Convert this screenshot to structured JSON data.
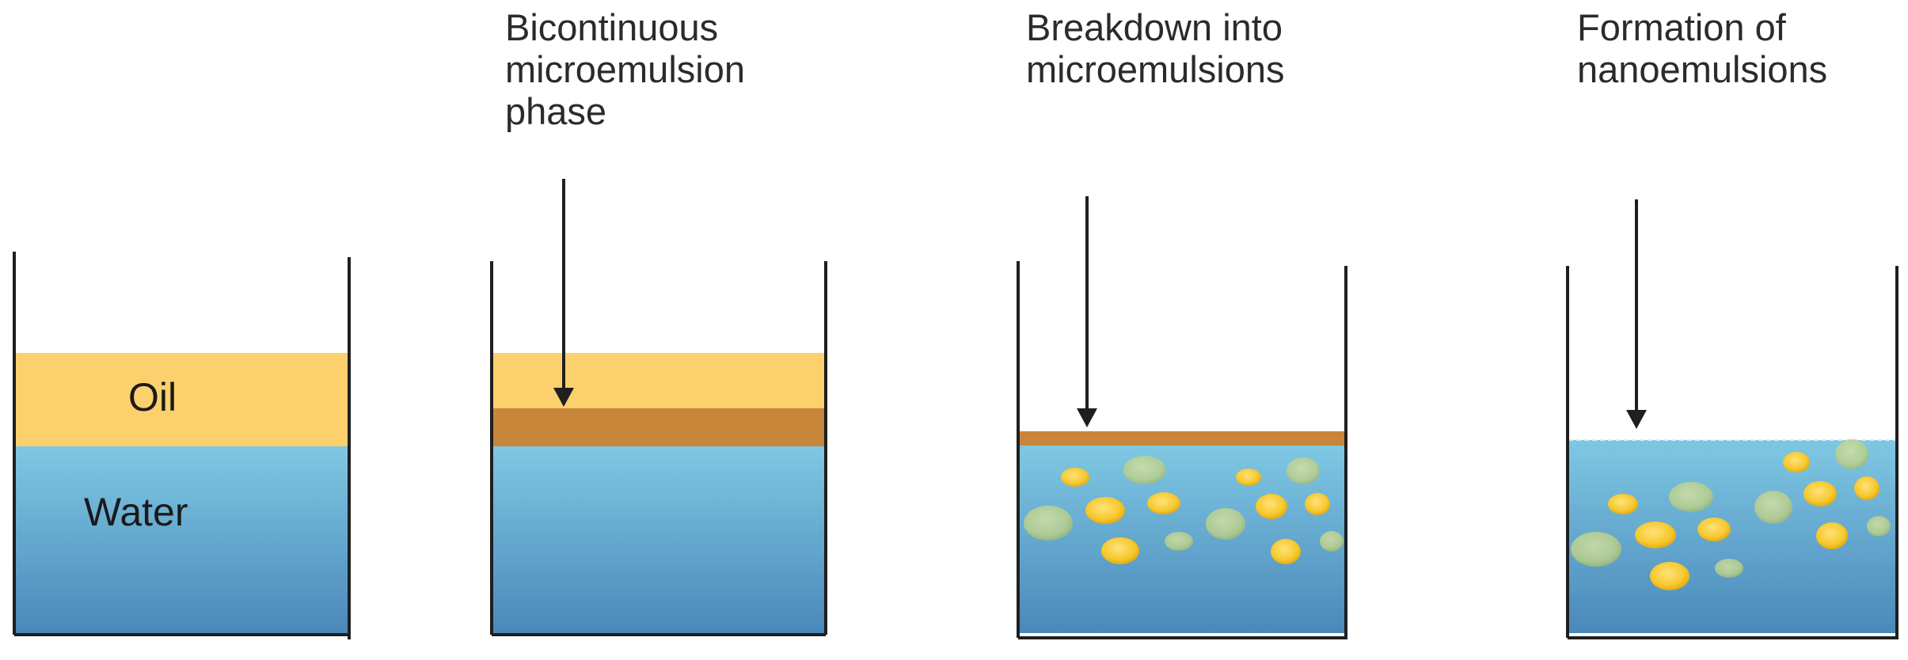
{
  "stages": [
    {
      "id": "initial",
      "title": "",
      "layers": {
        "oil": "Oil",
        "water": "Water"
      }
    },
    {
      "id": "bicontinuous",
      "title": "Bicontinuous\nmicroemulsion\nphase"
    },
    {
      "id": "microemulsions",
      "title": "Breakdown into\nmicroemulsions"
    },
    {
      "id": "nanoemulsions",
      "title": "Formation of\nnanoemulsions"
    }
  ],
  "colors": {
    "oil": "#fcd06d",
    "surfactant": "#c8863a",
    "water_top": "#7fc8e3",
    "water_bottom": "#4a88ba",
    "droplet_yellow": "#f7c92f",
    "droplet_green": "#b9cf8a",
    "wall": "#1f1f1f"
  },
  "icons": [
    "down-arrow-icon",
    "oil-droplet-icon"
  ]
}
